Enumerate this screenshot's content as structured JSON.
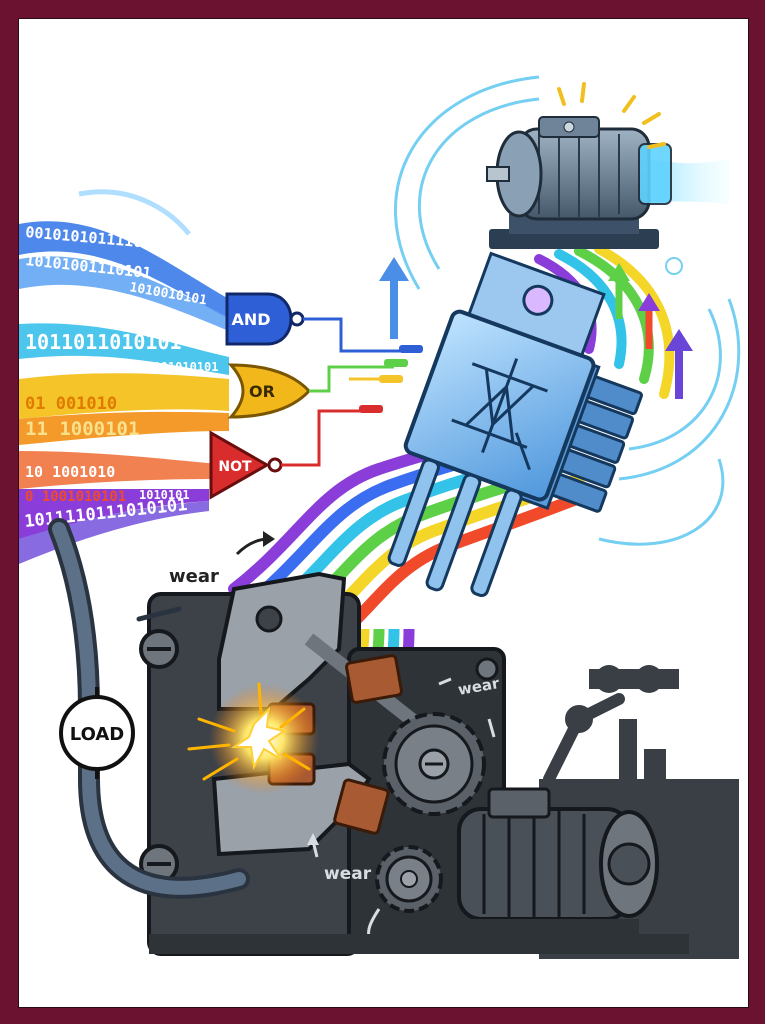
{
  "colors": {
    "frame": "#6b1230",
    "and_gate": "#2f5fd6",
    "or_gate": "#f2b81b",
    "not_gate": "#d92c2c",
    "transistor": "#6fb3ec",
    "metal": "#8a9199",
    "dark_metal": "#3d4248",
    "copper": "#a85a32",
    "spark": "#ffd93b"
  },
  "labels": {
    "and": "AND",
    "or": "OR",
    "not": "NOT",
    "load": "LOAD",
    "wear_top": "wear",
    "wear_right": "wear",
    "wear_bottom": "wear"
  },
  "bitstreams": {
    "blue_1": "0010101011110",
    "blue_2": "10101001110101",
    "blue_3": "1010010101",
    "cyan_1": "1011011010101",
    "cyan_2": "10101010101",
    "yellow_1": "01 001010",
    "yellow_2": "11 1000101",
    "orange_1": "10 1001010",
    "purple_1": "0 1001010101",
    "purple_2": "1011110111010101",
    "purple_3": "1010101"
  },
  "icons": [
    "and-gate-icon",
    "or-gate-icon",
    "not-gate-icon",
    "power-transistor-icon",
    "electric-motor-icon",
    "relay-contactor-icon",
    "gear-icon",
    "spark-icon",
    "load-symbol-icon",
    "factory-silhouette-icon",
    "robot-arm-icon",
    "up-arrow-icon"
  ]
}
